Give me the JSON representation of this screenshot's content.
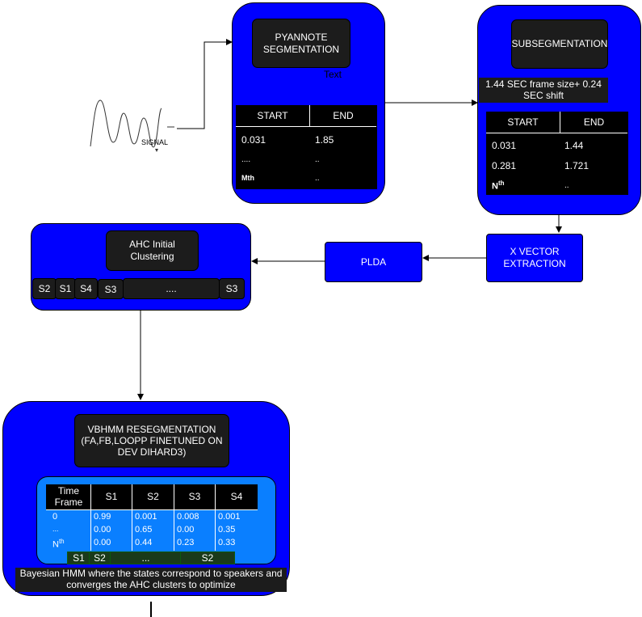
{
  "signal": {
    "label": "SIGNAL"
  },
  "pyannote": {
    "title": "PYANNOTE SEGMENTATION",
    "text_label": "Text",
    "headers": [
      "START",
      "END"
    ],
    "rows": [
      [
        "0.031",
        "1.85"
      ],
      [
        "....",
        ".."
      ],
      [
        "Mth",
        ".."
      ]
    ]
  },
  "subseg": {
    "title": "SUBSEGMENTATION",
    "note": "1.44 SEC frame size+ 0.24 SEC shift",
    "headers": [
      "START",
      "END"
    ],
    "rows": [
      [
        "0.031",
        "1.44"
      ],
      [
        "0.281",
        "1.721"
      ],
      [
        "Nth",
        ".."
      ]
    ]
  },
  "xvector": {
    "label": "X VECTOR EXTRACTION"
  },
  "plda": {
    "label": "PLDA"
  },
  "ahc": {
    "title": "AHC Initial Clustering",
    "chips": [
      "S2",
      "S1",
      "S4",
      "S3",
      "....",
      "S3"
    ]
  },
  "vbhmm": {
    "title": "VBHMM RESEGMENTATION (FA,FB,LOOPP  FINETUNED ON DEV DIHARD3)",
    "table_headers": [
      "Time Frame",
      "S1",
      "S2",
      "S3",
      "S4"
    ],
    "time_col": [
      "0",
      "...",
      "Nth"
    ],
    "s1": [
      "0.99",
      "0.00",
      "0.00"
    ],
    "s2": [
      "0.001",
      "0.65",
      "0.44"
    ],
    "s3": [
      "0.008",
      "0.00",
      "0.23"
    ],
    "s4": [
      "0.001",
      "0.35",
      "0.33"
    ],
    "chips": [
      "S1",
      "S2",
      "...",
      "S2"
    ],
    "caption": "Bayesian HMM where the states correspond to speakers and converges the AHC clusters to optimize"
  },
  "colors": {
    "panel": "#0000ff",
    "dark": "#1c1c1c",
    "table_blue": "#0a7fff",
    "green_chip": "#1a3a1a"
  }
}
